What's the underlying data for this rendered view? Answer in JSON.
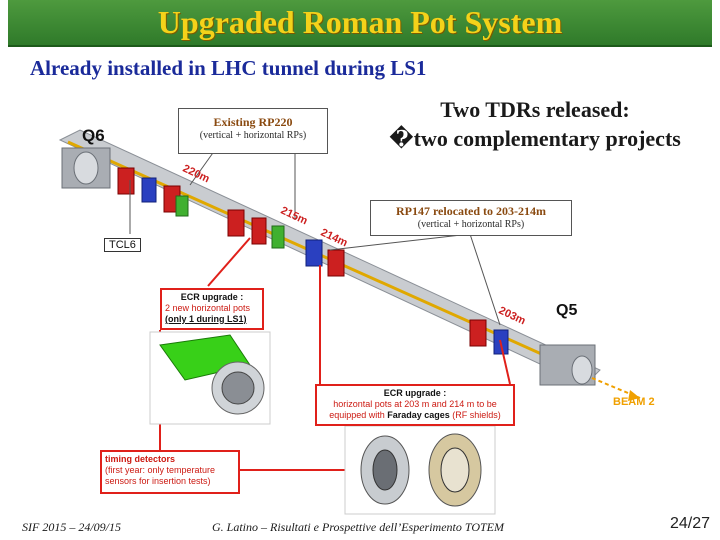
{
  "title": "Upgraded Roman Pot System",
  "subtitle": "Already installed in  LHC tunnel during LS1",
  "rp220": {
    "title": "Existing RP220",
    "note": "(vertical + horizontal RPs)"
  },
  "tdr": {
    "line1": "Two TDRs released:",
    "line2": "�two complementary projects"
  },
  "rp147": {
    "title": "RP147 relocated to 203-214m",
    "note": "(vertical + horizontal RPs)"
  },
  "labels": {
    "q6": "Q6",
    "q5": "Q5",
    "tcl6": "TCL6",
    "m220": "220m",
    "m215": "215m",
    "m214": "214m",
    "m203": "203m",
    "beam2": "BEAM 2"
  },
  "ecr1": {
    "title": "ECR upgrade :",
    "line2": "2 new horizontal pots",
    "line3": "(only 1 during LS1)"
  },
  "ecr2": {
    "title": "ECR upgrade :",
    "line2": "horizontal pots at 203 m and 214 m to be",
    "line3a": "equipped with ",
    "line3b": "Faraday cages",
    "line3c": " (RF shields)"
  },
  "timing": {
    "title": "timing detectors",
    "line2": "(first year: only temperature",
    "line3": "sensors for insertion tests)"
  },
  "footer": {
    "left": "SIF 2015 – 24/09/15",
    "center": "G. Latino – Risultati e Prospettive dell’Esperimento TOTEM",
    "page": "24/27"
  },
  "colors": {
    "title_bg": "#3a8a34",
    "title_text": "#f4d21a",
    "subtitle": "#1a2a9a",
    "callout_border": "#e0201a"
  }
}
